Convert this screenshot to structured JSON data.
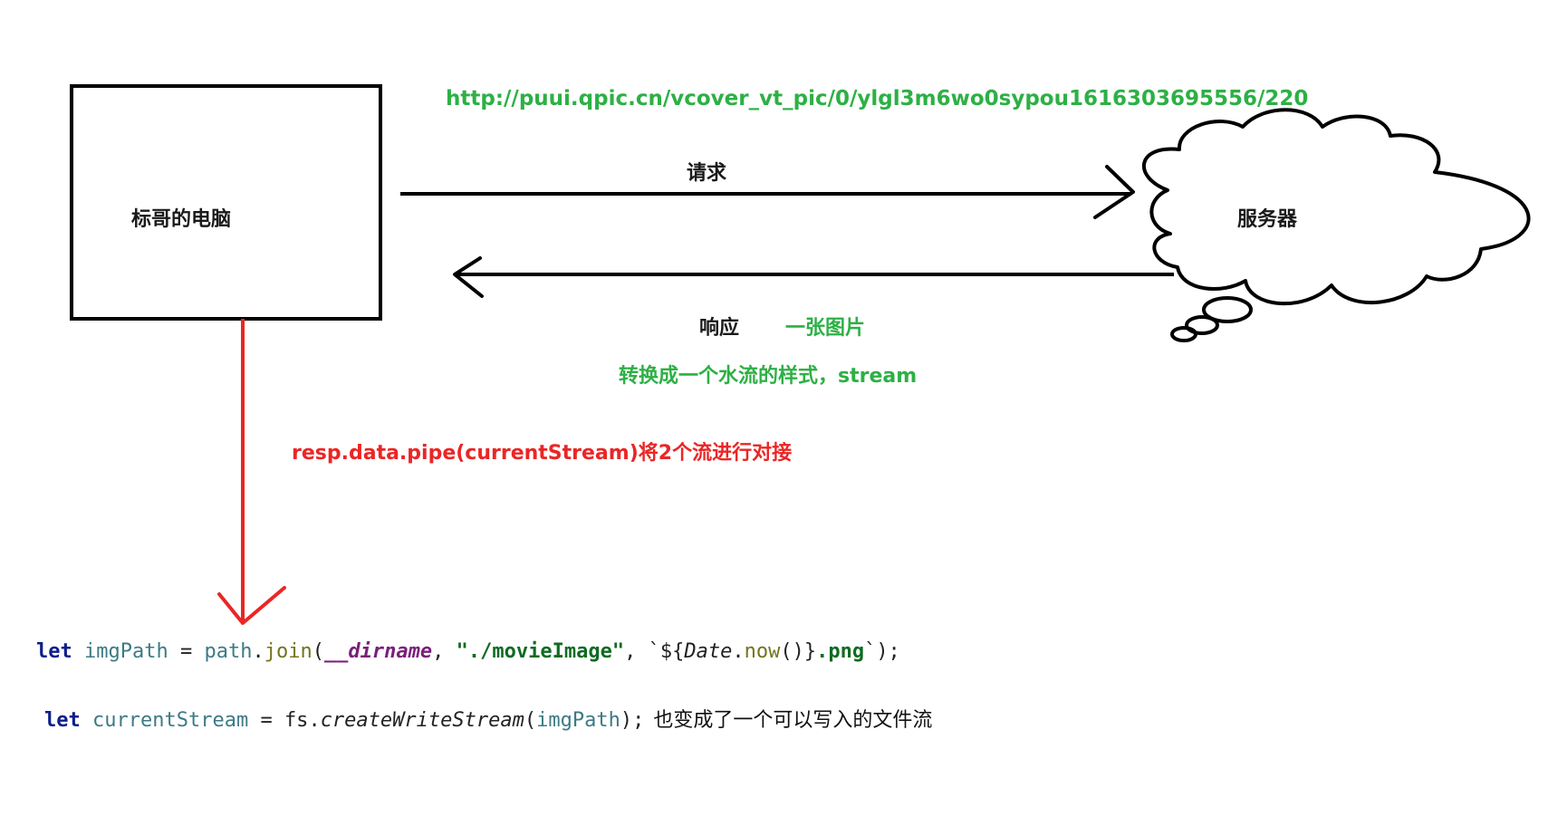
{
  "url": "http://puui.qpic.cn/vcover_vt_pic/0/ylgl3m6wo0sypou1616303695556/220",
  "nodes": {
    "pc": "标哥的电脑",
    "server": "服务器"
  },
  "arrows": {
    "request": "请求",
    "response": "响应",
    "response_payload": "一张图片",
    "response_stream_note": "转换成一个水流的样式，stream",
    "pipe_note": "resp.data.pipe(currentStream)将2个流进行对接"
  },
  "code": {
    "line1": {
      "kw": "let",
      "var": "imgPath",
      "eq": "=",
      "obj": "path",
      "dot": ".",
      "method": "join",
      "open": "(",
      "magic": "__dirname",
      "comma1": ",",
      "str1": "\"./movieImage\"",
      "comma2": ",",
      "tpl_open": "`${",
      "cls": "Date",
      "dot2": ".",
      "method2": "now",
      "call": "()",
      "tpl_close_brace": "}",
      "tpl_str": ".png",
      "tpl_end": "`",
      "close": ");"
    },
    "line2": {
      "kw": "let",
      "var": "currentStream",
      "eq": "=",
      "obj": "fs",
      "dot": ".",
      "method": "createWriteStream",
      "open": "(",
      "arg": "imgPath",
      "close": ");",
      "note": "也变成了一个可以写入的文件流"
    }
  },
  "colors": {
    "green": "#2db045",
    "red": "#ea2626",
    "black": "#1a1a1a"
  }
}
